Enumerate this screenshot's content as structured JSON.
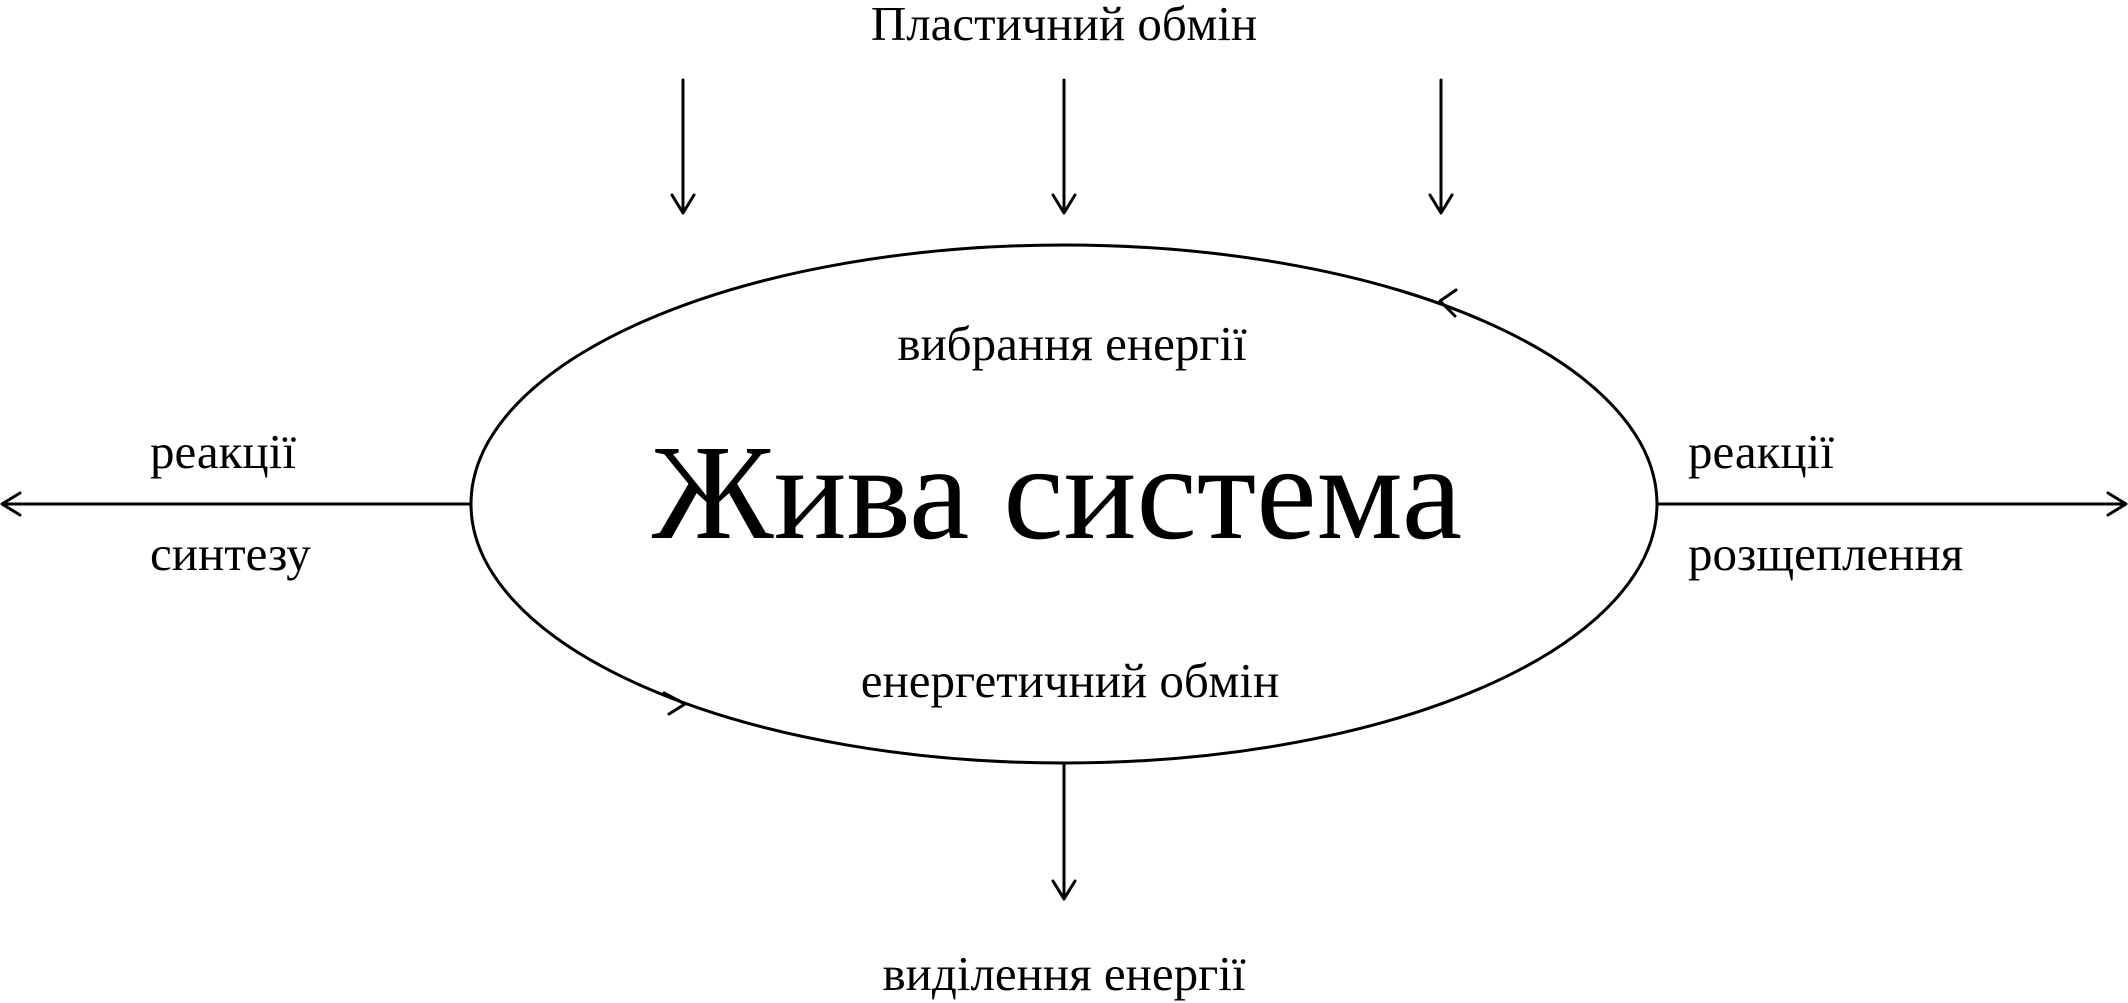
{
  "diagram": {
    "title_top": "Пластичний обмін",
    "center_label": "Жива система",
    "inner_top": "вибрання енергії",
    "inner_bottom": "енергетичний обмін",
    "left_line1": "реакції",
    "left_line2": "синтезу",
    "right_line1": "реакції",
    "right_line2": "розщеплення",
    "bottom_label": "виділення енергії"
  },
  "colors": {
    "stroke": "#000000",
    "background": "#ffffff"
  }
}
